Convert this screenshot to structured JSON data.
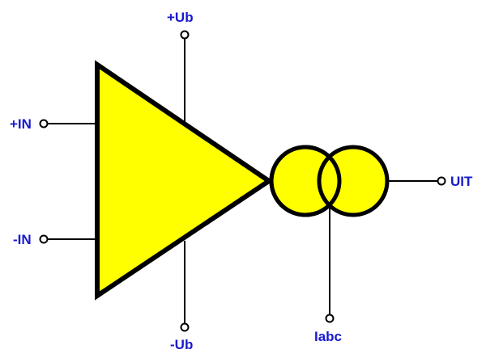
{
  "colors": {
    "fill": "#ffff00",
    "stroke": "#000000",
    "label": "#1a1acc",
    "background": "#ffffff"
  },
  "labels": {
    "pos_supply": "+Ub",
    "neg_supply": "-Ub",
    "pos_input": "+IN",
    "neg_input": "-IN",
    "output": "UIT",
    "bias_current": "Iabc"
  }
}
